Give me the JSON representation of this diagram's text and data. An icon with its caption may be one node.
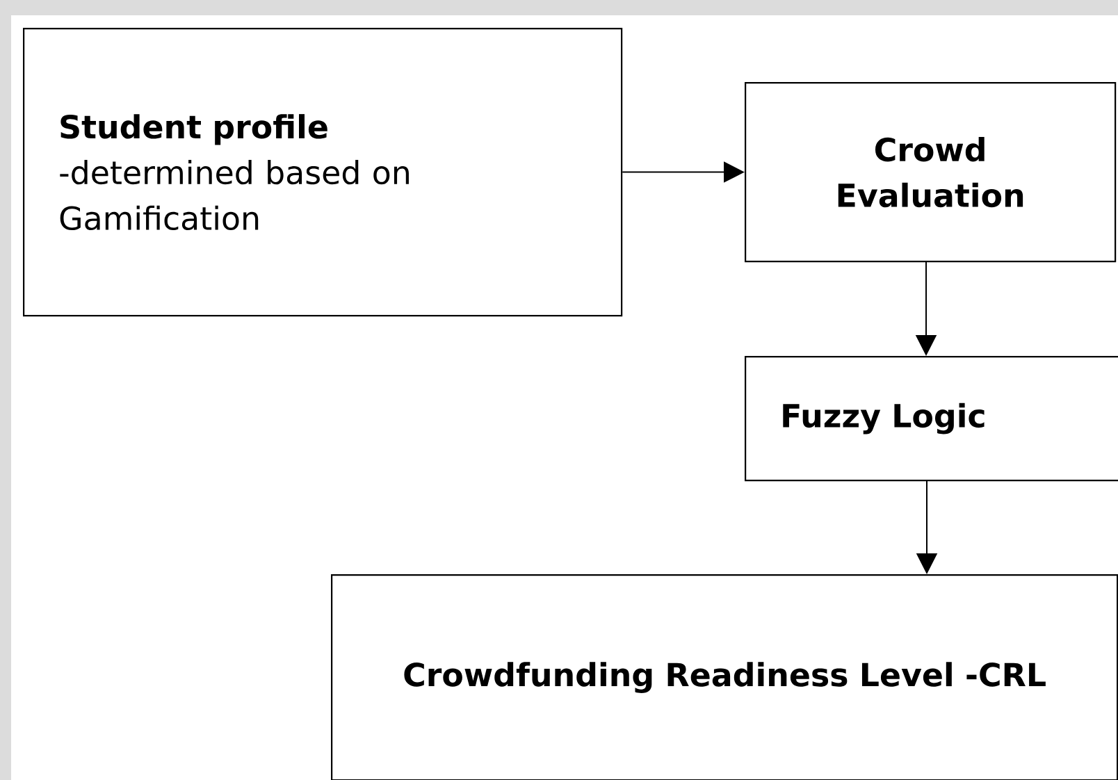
{
  "diagram": {
    "nodes": [
      {
        "text": [
          "Student profile",
          "-determined based on Gamification"
        ]
      },
      {
        "text": [
          "Crowd Evaluation"
        ]
      },
      {
        "text": [
          "Fuzzy Logic"
        ]
      },
      {
        "text": [
          "Crowdfunding Readiness Level -CRL"
        ]
      }
    ],
    "edges": [
      {
        "from": 0,
        "to": 1,
        "arrow": "to"
      },
      {
        "from": 1,
        "to": 2,
        "arrow": "to"
      },
      {
        "from": 2,
        "to": 3,
        "arrow": "to"
      }
    ]
  }
}
